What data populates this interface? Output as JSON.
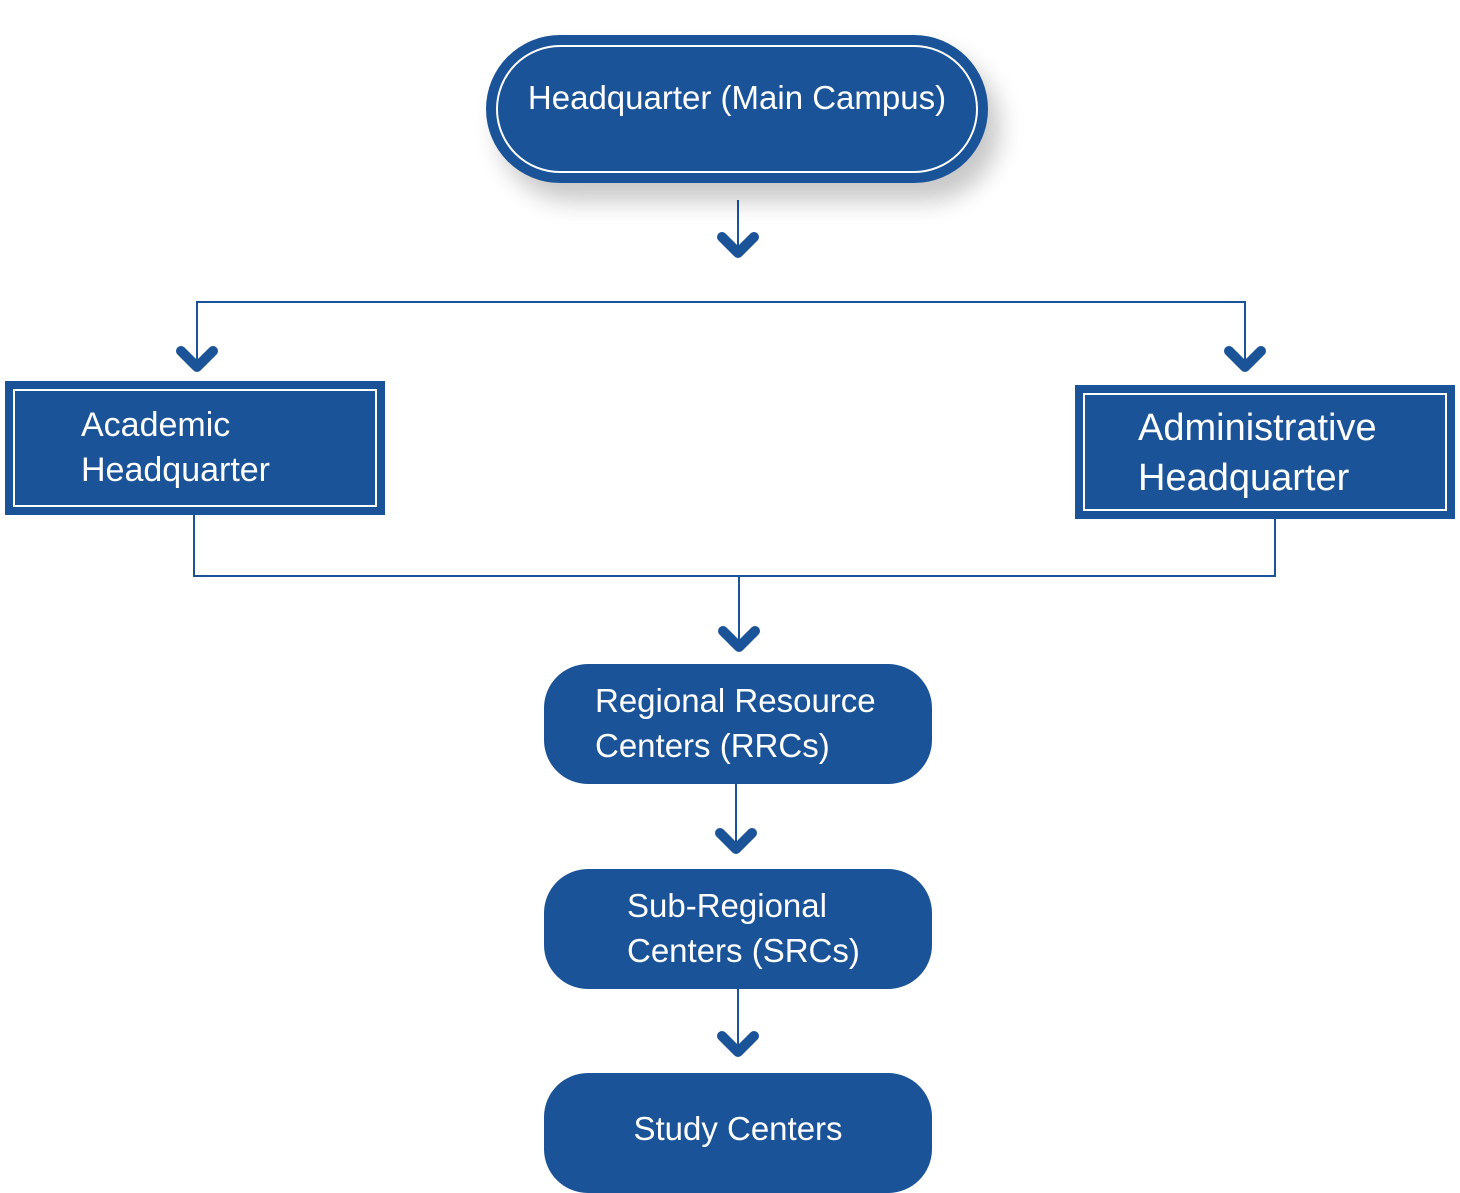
{
  "diagram": {
    "type": "organizational-flowchart",
    "colors": {
      "node_fill": "#1a5398",
      "node_text": "#ffffff",
      "connector": "#1a5398",
      "background": "#ffffff"
    },
    "nodes": {
      "headquarter": {
        "label": "Headquarter (Main Campus)"
      },
      "academic": {
        "line1": "Academic",
        "line2": "Headquarter"
      },
      "administrative": {
        "line1": "Administrative",
        "line2": "Headquarter"
      },
      "rrc": {
        "line1": "Regional Resource",
        "line2": "Centers (RRCs)"
      },
      "src": {
        "line1": "Sub-Regional",
        "line2": "Centers (SRCs)"
      },
      "study": {
        "label": "Study Centers"
      }
    },
    "edges": [
      {
        "from": "headquarter",
        "to": "academic"
      },
      {
        "from": "headquarter",
        "to": "administrative"
      },
      {
        "from": "academic",
        "to": "rrc"
      },
      {
        "from": "administrative",
        "to": "rrc"
      },
      {
        "from": "rrc",
        "to": "src"
      },
      {
        "from": "src",
        "to": "study"
      }
    ]
  }
}
